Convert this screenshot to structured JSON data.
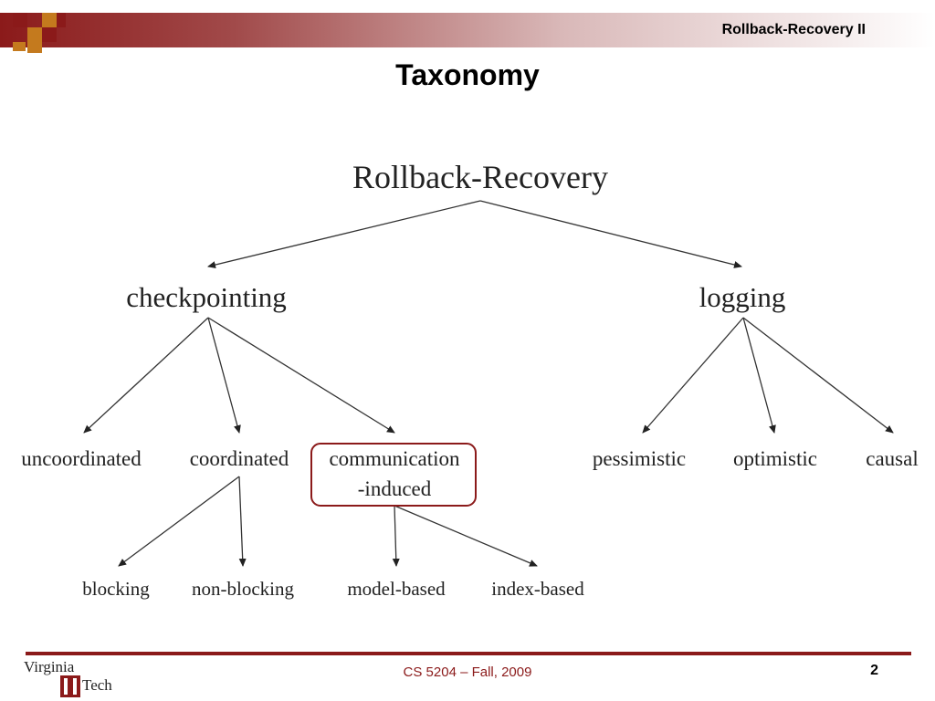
{
  "header": {
    "title": "Rollback-Recovery II"
  },
  "slide": {
    "title": "Taxonomy"
  },
  "diagram": {
    "root": "Rollback-Recovery",
    "level1": [
      "checkpointing",
      "logging"
    ],
    "checkpointing_children": [
      "uncoordinated",
      "coordinated",
      "communication",
      "-induced"
    ],
    "logging_children": [
      "pessimistic",
      "optimistic",
      "causal"
    ],
    "coordinated_children": [
      "blocking",
      "non-blocking"
    ],
    "communication_induced_children": [
      "model-based",
      "index-based"
    ],
    "highlight_color": "#8b1a1a"
  },
  "footer": {
    "course": "CS 5204 – Fall, 2009",
    "page": "2",
    "logo_top": "Virginia",
    "logo_bottom": "Tech"
  },
  "colors": {
    "brand": "#8b1a1a",
    "accent_orange": "#c47a1e"
  }
}
